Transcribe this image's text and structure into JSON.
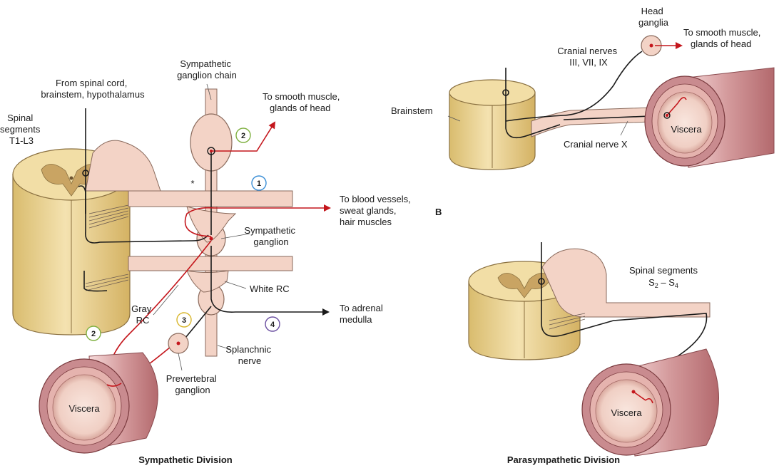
{
  "colors": {
    "nerve": "#f3d3c6",
    "nerve_stroke": "#8a6a5c",
    "cord": "#efd99f",
    "cord_side": "#d6b867",
    "gray_matter": "#c9a463",
    "red_fiber": "#c4161c",
    "black_fiber": "#1a1a1a",
    "viscera_outer": "#c98b8f",
    "viscera_inner": "#f6dcd4",
    "badge_blue": "#3b8fd6",
    "badge_green": "#7fb040",
    "badge_yellow": "#d8b62c",
    "badge_purple": "#6a4ea0"
  },
  "sympathetic": {
    "caption": "Sympathetic Division",
    "labels": {
      "from_spinal_cord": [
        "From spinal cord,",
        "brainstem, hypothalamus"
      ],
      "spinal_segments": [
        "Spinal",
        "segments",
        "T1-L3"
      ],
      "ganglion_chain": [
        "Sympathetic",
        "ganglion chain"
      ],
      "to_smooth_muscle_head": [
        "To smooth muscle,",
        "glands of head"
      ],
      "to_blood_vessels": [
        "To blood vessels,",
        "sweat glands,",
        "hair muscles"
      ],
      "sympathetic_ganglion": [
        "Sympathetic",
        "ganglion"
      ],
      "white_rc": "White RC",
      "gray_rc": [
        "Gray",
        "RC"
      ],
      "to_adrenal": [
        "To adrenal",
        "medulla"
      ],
      "splanchnic": [
        "Splanchnic",
        "nerve"
      ],
      "prevertebral": [
        "Prevertebral",
        "ganglion"
      ],
      "viscera": "Viscera",
      "asterisk": "*"
    },
    "badges": [
      "1",
      "2",
      "2",
      "3",
      "4"
    ]
  },
  "parasympathetic": {
    "caption": "Parasympathetic Division",
    "panel_letter": "B",
    "labels": {
      "head_ganglia": [
        "Head",
        "ganglia"
      ],
      "to_smooth_muscle_head": [
        "To smooth muscle,",
        "glands of head"
      ],
      "cranial_nerves": [
        "Cranial nerves",
        "III, VII, IX"
      ],
      "brainstem": "Brainstem",
      "cranial_nerve_x": "Cranial nerve X",
      "viscera_top": "Viscera",
      "spinal_segments": "Spinal segments",
      "s2_s4": [
        "S",
        "2",
        " – S",
        "4"
      ],
      "viscera_bottom": "Viscera"
    }
  }
}
